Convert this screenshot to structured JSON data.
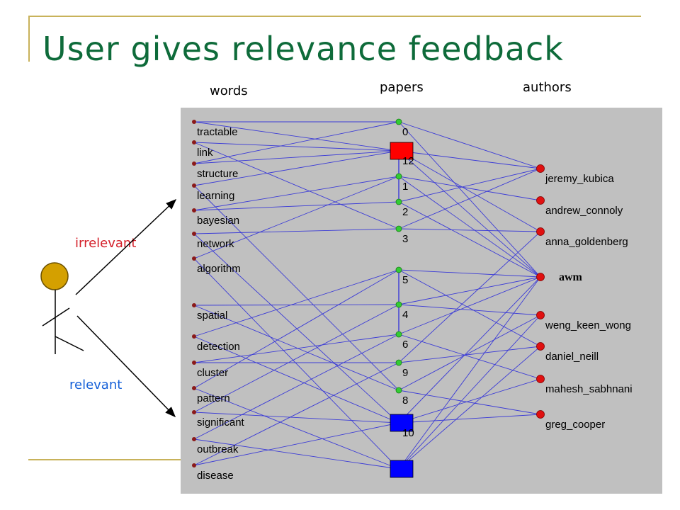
{
  "slide": {
    "title": "User gives relevance feedback"
  },
  "columns": {
    "words": "words",
    "papers": "papers",
    "authors": "authors"
  },
  "feedback": {
    "irrelevant": "irrelevant",
    "relevant": "relevant",
    "irrelevant_color": "#d4202a",
    "relevant_color": "#1560d8"
  },
  "colors": {
    "title": "#0e6b3a",
    "graph_background": "#c0c0c0",
    "edge": "#3b3bd6",
    "word_node": "#8b1a1a",
    "paper_node": "#33cc33",
    "author_node": "#e01010",
    "irrelevant_paper": "#ff0000",
    "relevant_paper": "#0000ff",
    "user_head": "#d4a000"
  },
  "graph": {
    "words": [
      "tractable",
      "link",
      "structure",
      "learning",
      "bayesian",
      "network",
      "algorithm",
      "spatial",
      "detection",
      "cluster",
      "pattern",
      "significant",
      "outbreak",
      "disease"
    ],
    "papers": [
      "0",
      "12",
      "1",
      "2",
      "3",
      "5",
      "4",
      "6",
      "9",
      "8",
      "10",
      ""
    ],
    "irrelevant_papers": [
      "12"
    ],
    "relevant_papers": [
      "10",
      ""
    ],
    "authors": [
      "jeremy_kubica",
      "andrew_connoly",
      "anna_goldenberg",
      "awm",
      "weng_keen_wong",
      "daniel_neill",
      "mahesh_sabhnani",
      "greg_cooper"
    ]
  }
}
